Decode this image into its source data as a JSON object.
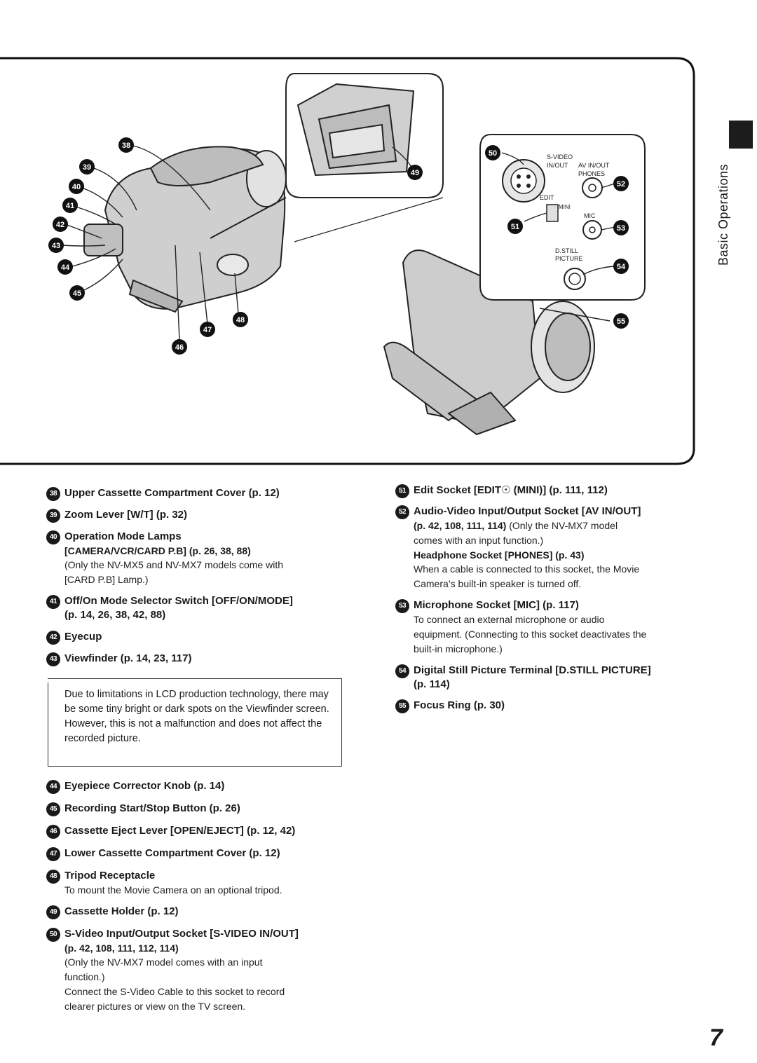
{
  "side_tab": "Basic Operations",
  "page_number": "7",
  "figure_labels": {
    "svideo": "S-VIDEO",
    "inout": "IN/OUT",
    "av_inout": "AV IN/OUT",
    "phones": "PHONES",
    "edit": "EDIT",
    "mini": "MINI",
    "mic": "MIC",
    "dstill": "D.STILL",
    "picture": "PICTURE"
  },
  "callouts": [
    "38",
    "39",
    "40",
    "41",
    "42",
    "43",
    "44",
    "45",
    "46",
    "47",
    "48",
    "49",
    "50",
    "51",
    "52",
    "53",
    "54",
    "55"
  ],
  "left_items": [
    {
      "n": "38",
      "title": "Upper Cassette Compartment Cover (p. 12)"
    },
    {
      "n": "39",
      "title": "Zoom Lever [W/T] (p. 32)"
    },
    {
      "n": "40",
      "title": "Operation Mode Lamps",
      "title2": "[CAMERA/VCR/CARD P.B] (p. 26, 38, 88)",
      "desc": [
        "(Only the NV-MX5 and NV-MX7 models come with",
        "[CARD P.B] Lamp.)"
      ]
    },
    {
      "n": "41",
      "title": "Off/On Mode Selector Switch [OFF/ON/MODE]",
      "title2": "(p. 14, 26, 38, 42, 88)"
    },
    {
      "n": "42",
      "title": "Eyecup"
    },
    {
      "n": "43",
      "title": "Viewfinder (p. 14, 23, 117)"
    }
  ],
  "note": "Due to limitations in LCD production technology, there may be some tiny bright or dark spots on the Viewfinder screen. However, this is not a malfunction and does not affect the recorded picture.",
  "left_items_2": [
    {
      "n": "44",
      "title": "Eyepiece Corrector Knob (p. 14)"
    },
    {
      "n": "45",
      "title": "Recording Start/Stop Button (p. 26)"
    },
    {
      "n": "46",
      "title": "Cassette Eject Lever [OPEN/EJECT] (p. 12, 42)"
    },
    {
      "n": "47",
      "title": "Lower Cassette Compartment Cover (p. 12)"
    },
    {
      "n": "48",
      "title": "Tripod Receptacle",
      "desc": [
        "To mount the Movie Camera on an optional tripod."
      ]
    },
    {
      "n": "49",
      "title": "Cassette Holder (p. 12)"
    },
    {
      "n": "50",
      "title": "S-Video Input/Output Socket [S-VIDEO IN/OUT]",
      "title2": "(p. 42, 108, 111, 112, 114)",
      "desc": [
        "(Only the NV-MX7 model comes with an input",
        "function.)",
        "Connect the S-Video Cable to this socket to record",
        "clearer pictures or view on the TV screen."
      ]
    }
  ],
  "right_items": [
    {
      "n": "51",
      "title": "Edit Socket [EDIT☉ (MINI)] (p. 111, 112)"
    },
    {
      "n": "52",
      "title": "Audio-Video Input/Output Socket [AV IN/OUT]",
      "title2": "(p. 42, 108, 111, 114)",
      "title2_tail": " (Only the NV-MX7 model",
      "desc": [
        "comes with an input function.)"
      ],
      "sub": "Headphone Socket [PHONES] (p. 43)",
      "desc2": [
        "When a cable is connected to this socket, the Movie",
        "Camera’s built-in speaker is turned off."
      ]
    },
    {
      "n": "53",
      "title": "Microphone Socket [MIC] (p. 117)",
      "desc": [
        "To connect an external microphone or audio",
        "equipment. (Connecting to this socket deactivates the",
        "built-in microphone.)"
      ]
    },
    {
      "n": "54",
      "title": "Digital Still Picture Terminal [D.STILL PICTURE]",
      "title2": "(p. 114)"
    },
    {
      "n": "55",
      "title": "Focus Ring (p. 30)"
    }
  ]
}
